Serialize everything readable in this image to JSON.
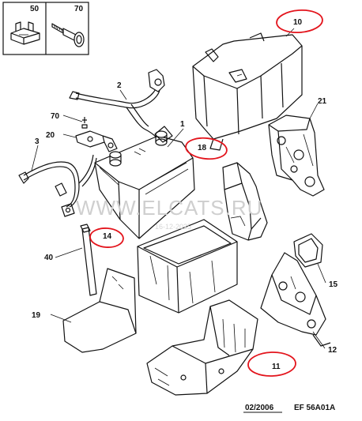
{
  "legend": {
    "cells": [
      {
        "label": "50",
        "icon": "clip-icon"
      },
      {
        "label": "70",
        "icon": "screw-icon"
      }
    ]
  },
  "watermark": {
    "text": "WWW.ELCATS.RU",
    "subtext": "16-12-2025"
  },
  "callouts": {
    "c1": "1",
    "c2": "2",
    "c3": "3",
    "c10": "10",
    "c11": "11",
    "c12": "12",
    "c14": "14",
    "c15": "15",
    "c18": "18",
    "c19": "19",
    "c20": "20",
    "c21": "21",
    "c40": "40",
    "c70": "70"
  },
  "highlight_color": "#e3141c",
  "footer": {
    "date": "02/2006",
    "code": "EF 56A01A"
  }
}
